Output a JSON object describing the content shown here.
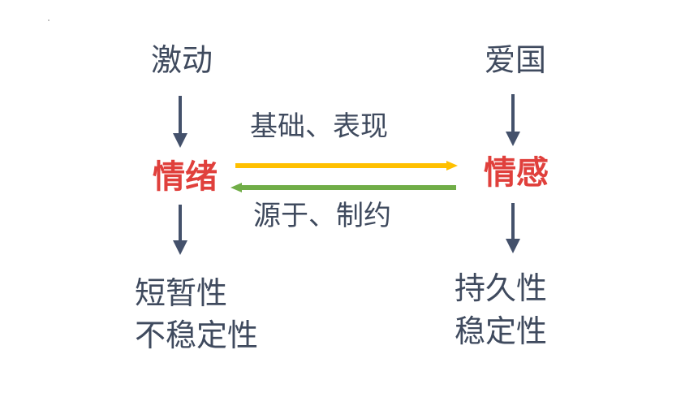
{
  "left": {
    "top": "激动",
    "key": "情绪",
    "bottom_lines": [
      "短暂性",
      "不稳定性"
    ]
  },
  "right": {
    "top": "爱国",
    "key": "情感",
    "bottom_lines": [
      "持久性",
      "稳定性"
    ]
  },
  "links": {
    "forward_label": "基础、表现",
    "backward_label": "源于、制约"
  },
  "colors": {
    "text": "#3f4a5e",
    "key": "#e0403c",
    "down_arrow": "#44516b",
    "forward_arrow": "#ffc000",
    "backward_arrow": "#70ad47"
  }
}
